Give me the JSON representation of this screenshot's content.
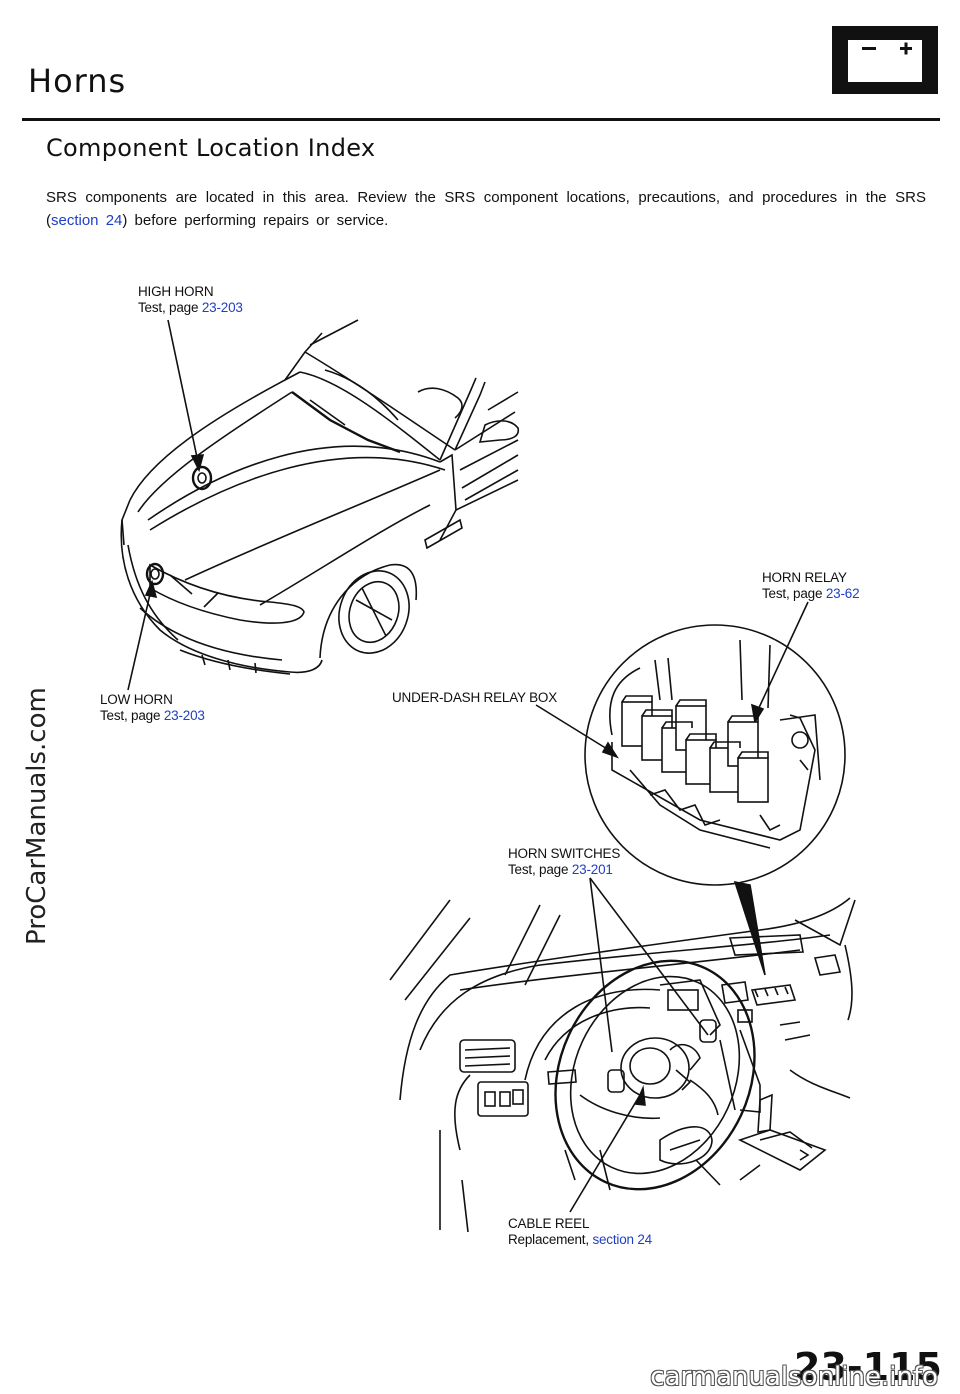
{
  "page": {
    "title": "Horns",
    "section_heading": "Component Location Index",
    "intro_text_1": "SRS components are located in this area. Review the SRS component locations, precautions, and procedures in the SRS (",
    "intro_link": "section 24",
    "intro_text_2": ") before performing repairs or service.",
    "battery_icon": "battery-icon",
    "page_number": "23-115"
  },
  "callouts": {
    "high_horn": {
      "name": "HIGH HORN",
      "prefix": "Test, page ",
      "ref": "23-203"
    },
    "low_horn": {
      "name": "LOW HORN",
      "prefix": "Test, page ",
      "ref": "23-203"
    },
    "horn_relay": {
      "name": "HORN RELAY",
      "prefix": "Test, page ",
      "ref": "23-62"
    },
    "under_dash": {
      "name": "UNDER-DASH RELAY BOX"
    },
    "horn_switches": {
      "name": "HORN SWITCHES",
      "prefix": "Test, page ",
      "ref": "23-201"
    },
    "cable_reel": {
      "name": "CABLE REEL",
      "prefix": "Replacement, ",
      "ref": "section 24"
    }
  },
  "watermarks": {
    "side": "ProCarManuals.com",
    "footer": "carmanualsonline.info"
  },
  "colors": {
    "link": "#1f3fc4",
    "ink": "#111111"
  }
}
